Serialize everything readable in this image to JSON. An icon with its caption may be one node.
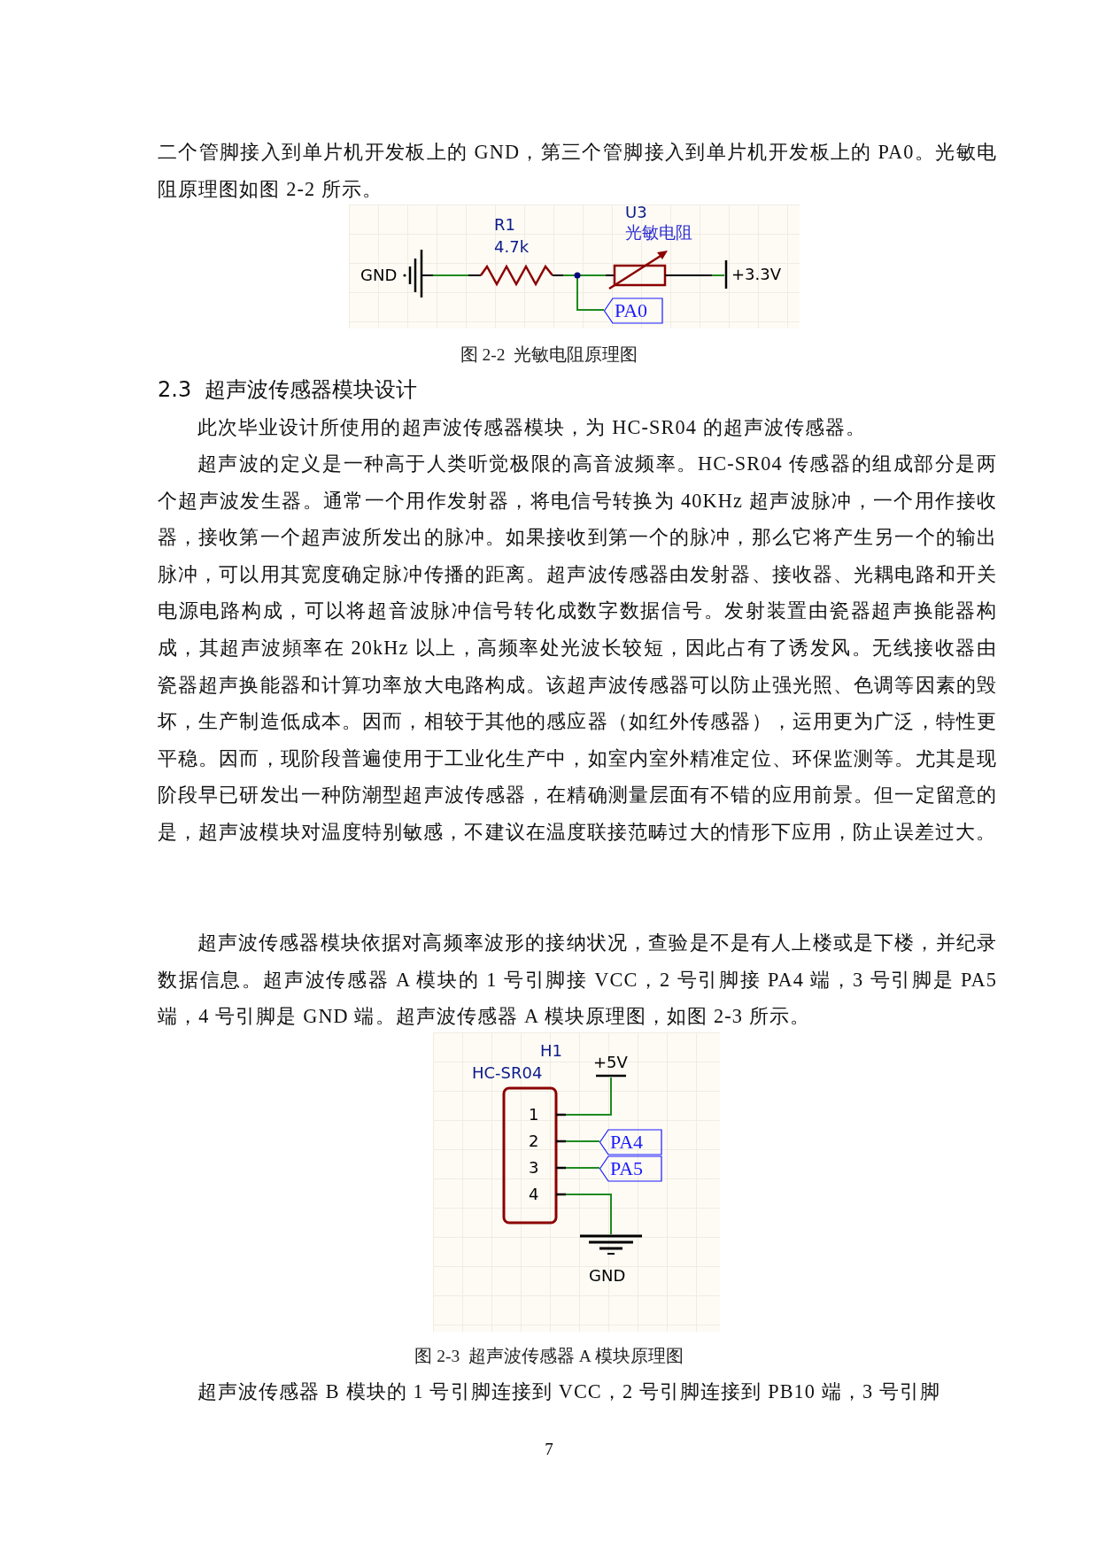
{
  "diagram": {
    "nodes": [
      {
        "text": [
          "GND"
        ]
      },
      {
        "text": [
          "R1",
          "4.7k"
        ]
      },
      {
        "text": [
          "U3",
          "光敏电阻"
        ]
      },
      {
        "text": [
          "+3.3V"
        ]
      },
      {
        "text": [
          "PA0"
        ]
      },
      {
        "text": [
          "H1",
          "HC-SR04",
          "1",
          "2",
          "3",
          "4"
        ]
      },
      {
        "text": [
          "+5V"
        ]
      },
      {
        "text": [
          "PA4"
        ]
      },
      {
        "text": [
          "PA5"
        ]
      },
      {
        "text": [
          "GND"
        ]
      }
    ],
    "edges": [
      {
        "from": 0,
        "to": 1,
        "arrow": "none"
      },
      {
        "from": 1,
        "to": 2,
        "arrow": "none"
      },
      {
        "from": 2,
        "to": 3,
        "arrow": "none"
      },
      {
        "from": 1,
        "to": 4,
        "arrow": "none"
      },
      {
        "from": 5,
        "to": 6,
        "arrow": "none"
      },
      {
        "from": 5,
        "to": 7,
        "arrow": "none"
      },
      {
        "from": 5,
        "to": 8,
        "arrow": "none"
      },
      {
        "from": 5,
        "to": 9,
        "arrow": "none"
      }
    ],
    "labels": [
      "二个管脚接入到单片机开发板上的 GND，第三个管脚接入到单片机开发板上的 PA0。光敏电阻原理图如图 2-2 所示。",
      "图 2-2  光敏电阻原理图",
      "2.3  超声波传感器模块设计",
      "此次毕业设计所使用的超声波传感器模块，为 HC-SR04 的超声波传感器。",
      "超声波的定义是一种高于人类听觉极限的高音波频率。HC-SR04 传感器的组成部分是两个超声波发生器。通常一个用作发射器，将电信号转换为 40KHz 超声波脉冲，一个用作接收器，接收第一个超声波所发出的脉冲。如果接收到第一个的脉冲，那么它将产生另一个的输出脉冲，可以用其宽度确定脉冲传播的距离。超声波传感器由发射器、接收器、光耦电路和开关电源电路构成，可以将超音波脉冲信号转化成数字数据信号。发射装置由瓷器超声换能器构成，其超声波頻率在 20kHz 以上，高频率处光波长较短，因此占有了诱发风。无线接收器由瓷器超声换能器和计算功率放大电路构成。该超声波传感器可以防止强光照、色调等因素的毁坏，生产制造低成本。因而，相较于其他的感应器（如红外传感器），运用更为广泛，特性更平稳。因而，现阶段普遍使用于工业化生产中，如室内室外精准定位、环保监测等。尤其是现阶段早已研发出一种防潮型超声波传感器，在精确测量层面有不错的应用前景。但一定留意的是，超声波模块对温度特别敏感，不建议在温度联接范畴过大的情形下应用，防止误差过大。",
      "超声波传感器模块依据对高频率波形的接纳状况，查验是不是有人上楼或是下楼，并纪录数据信息。超声波传感器 A 模块的 1 号引脚接 VCC，2 号引脚接 PA4 端，3 号引脚是 PA5 端，4 号引脚是 GND 端。超声波传感器 A 模块原理图，如图 2-3 所示。",
      "图 2-3  超声波传感器 A 模块原理图",
      "超声波传感器 B 模块的 1 号引脚连接到 VCC，2 号引脚连接到 PB10 端，3 号引脚",
      "7"
    ]
  }
}
